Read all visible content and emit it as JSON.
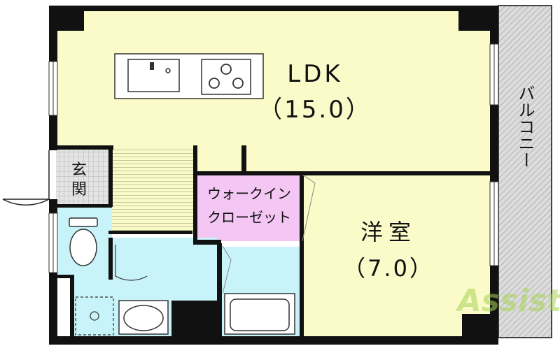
{
  "rooms": {
    "ldk": {
      "name": "LDK",
      "size": "（15.0）"
    },
    "western": {
      "name": "洋室",
      "size": "（7.0）"
    },
    "entrance": {
      "line1": "玄",
      "line2": "関"
    },
    "closet": {
      "line1": "ウォークイン",
      "line2": "クローゼット"
    },
    "balcony": {
      "label": "バルコニー"
    }
  },
  "watermark": {
    "text": "Assist"
  },
  "colors": {
    "room_fill": "#fbfbc9",
    "wet_fill": "#c7f3f9",
    "closet_fill": "#f4c6f4",
    "wall": "#111111",
    "entrance_tile": "#d4d4d4",
    "balcony_fill": "#dcdcdc",
    "watermark": "#a8d454"
  }
}
